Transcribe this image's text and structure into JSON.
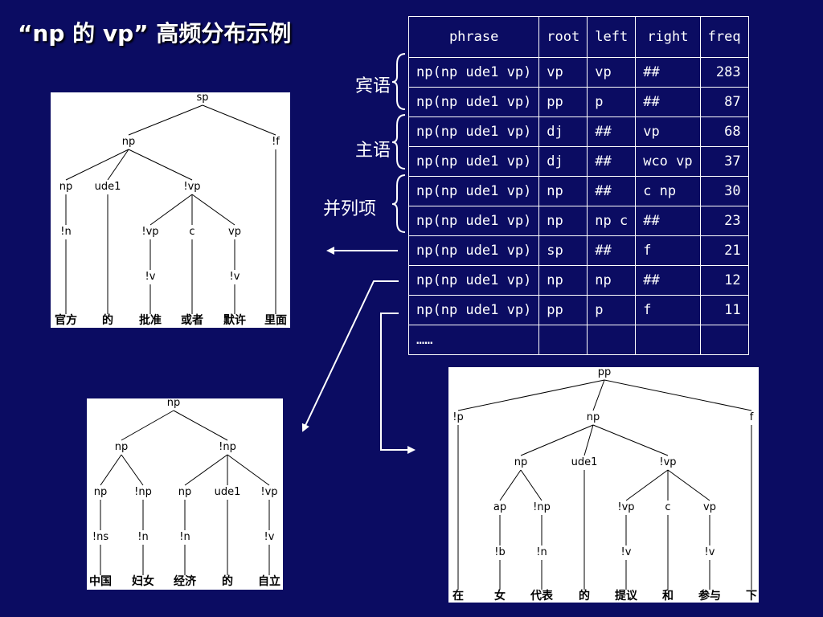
{
  "title": "“np 的 vp” 高频分布示例",
  "table": {
    "headers": [
      "phrase",
      "root",
      "left",
      "right",
      "freq"
    ],
    "rows": [
      [
        "np(np ude1 vp)",
        "vp",
        "vp",
        "##",
        "283"
      ],
      [
        "np(np ude1 vp)",
        "pp",
        "p",
        "##",
        "87"
      ],
      [
        "np(np ude1 vp)",
        "dj",
        "##",
        "vp",
        "68"
      ],
      [
        "np(np ude1 vp)",
        "dj",
        "##",
        "wco vp",
        "37"
      ],
      [
        "np(np ude1 vp)",
        "np",
        "##",
        "c np",
        "30"
      ],
      [
        "np(np ude1 vp)",
        "np",
        "np c",
        "##",
        "23"
      ],
      [
        "np(np ude1 vp)",
        "sp",
        "##",
        "f",
        "21"
      ],
      [
        "np(np ude1 vp)",
        "np",
        "np",
        "##",
        "12"
      ],
      [
        "np(np ude1 vp)",
        "pp",
        "p",
        "f",
        "11"
      ],
      [
        "……",
        "",
        "",
        "",
        ""
      ]
    ]
  },
  "groups": [
    {
      "label": "宾语"
    },
    {
      "label": "主语"
    },
    {
      "label": "并列项"
    }
  ],
  "trees": {
    "sp_tree": {
      "nodes": [
        "sp",
        "np",
        "!f",
        "np",
        "ude1",
        "!vp",
        "!n",
        "!vp",
        "c",
        "vp",
        "!v",
        "!v"
      ],
      "leaves": [
        "官方",
        "的",
        "批准",
        "或者",
        "默许",
        "里面"
      ]
    },
    "np_tree": {
      "nodes": [
        "np",
        "np",
        "!np",
        "np",
        "!np",
        "np",
        "ude1",
        "!vp",
        "!ns",
        "!n",
        "!n",
        "!v"
      ],
      "leaves": [
        "中国",
        "妇女",
        "经济",
        "的",
        "自立"
      ]
    },
    "pp_tree": {
      "nodes": [
        "pp",
        "!p",
        "np",
        "f",
        "np",
        "ude1",
        "!vp",
        "ap",
        "!np",
        "!vp",
        "c",
        "vp",
        "!b",
        "!n",
        "!v",
        "!v"
      ],
      "leaves": [
        "在",
        "女",
        "代表",
        "的",
        "提议",
        "和",
        "参与",
        "下"
      ]
    }
  },
  "colors": {
    "background": "#0b0c62",
    "text": "#ffffff",
    "panel": "#ffffff",
    "tree_ink": "#000000"
  }
}
